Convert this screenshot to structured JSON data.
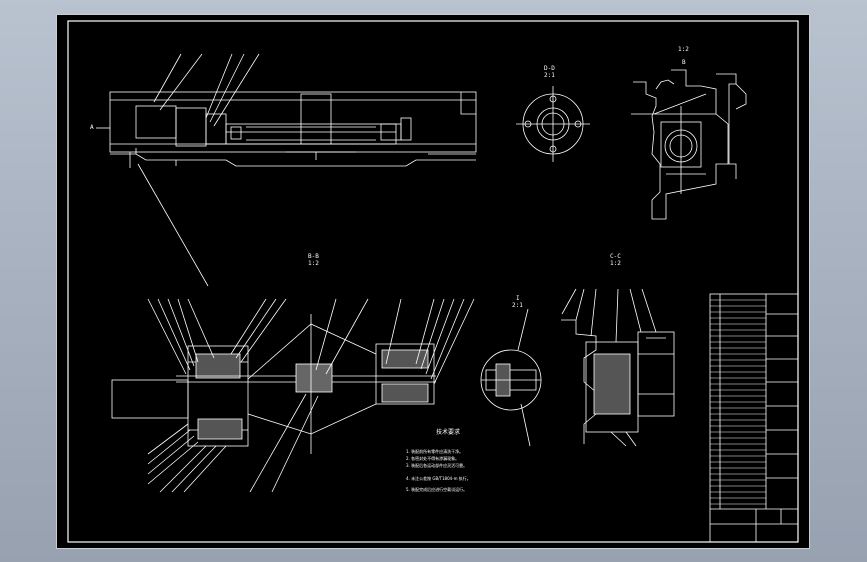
{
  "drawing": {
    "title_block": {
      "labels": [
        "",
        "",
        ""
      ]
    },
    "views": {
      "A": {
        "label": "A"
      },
      "DD": {
        "label": "D-D",
        "scale": "2:1"
      },
      "B": {
        "label": "B",
        "scale": "1:2"
      },
      "BB": {
        "label": "B-B",
        "scale": "1:2"
      },
      "CC": {
        "label": "C-C",
        "scale": "1:2"
      },
      "detail": {
        "label": "I",
        "scale": "2:1"
      }
    },
    "notes": {
      "heading": "技术要求",
      "lines": [
        "1. 装配前所有零件应清洗干净。",
        "2. 各密封处不得有渗漏现象。",
        "3. 装配后各运动部件应灵活可靠。",
        "4. 未注公差按 GB/T1804-m 执行。",
        "5. 装配完成后应进行空载试运行。"
      ]
    }
  },
  "colors": {
    "paper": "#000000",
    "line": "#ffffff",
    "frame_bg": "#a9b3c1"
  }
}
